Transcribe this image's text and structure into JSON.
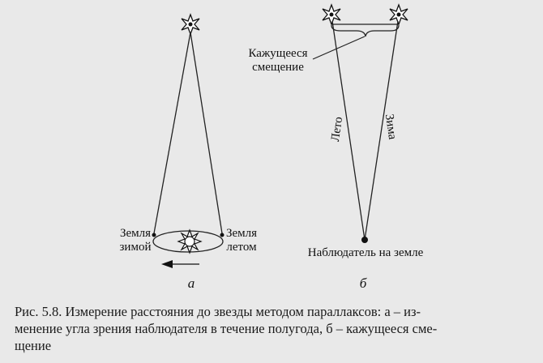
{
  "figure_a": {
    "earth_winter_label": [
      "Земля",
      "зимой"
    ],
    "earth_summer_label": [
      "Земля",
      "летом"
    ],
    "panel_label": "а"
  },
  "figure_b": {
    "apparent_shift_label": [
      "Кажущееся",
      "смещение"
    ],
    "summer_label": "Лето",
    "winter_label": "Зима",
    "observer_label": "Наблюдатель на земле",
    "panel_label": "б"
  },
  "caption": {
    "line1": "Рис. 5.8. Измерение расстояния до звезды методом параллаксов: а – из-",
    "line2": "менение угла зрения наблюдателя в течение полугода, б – кажущееся сме-",
    "line3": "щение"
  }
}
